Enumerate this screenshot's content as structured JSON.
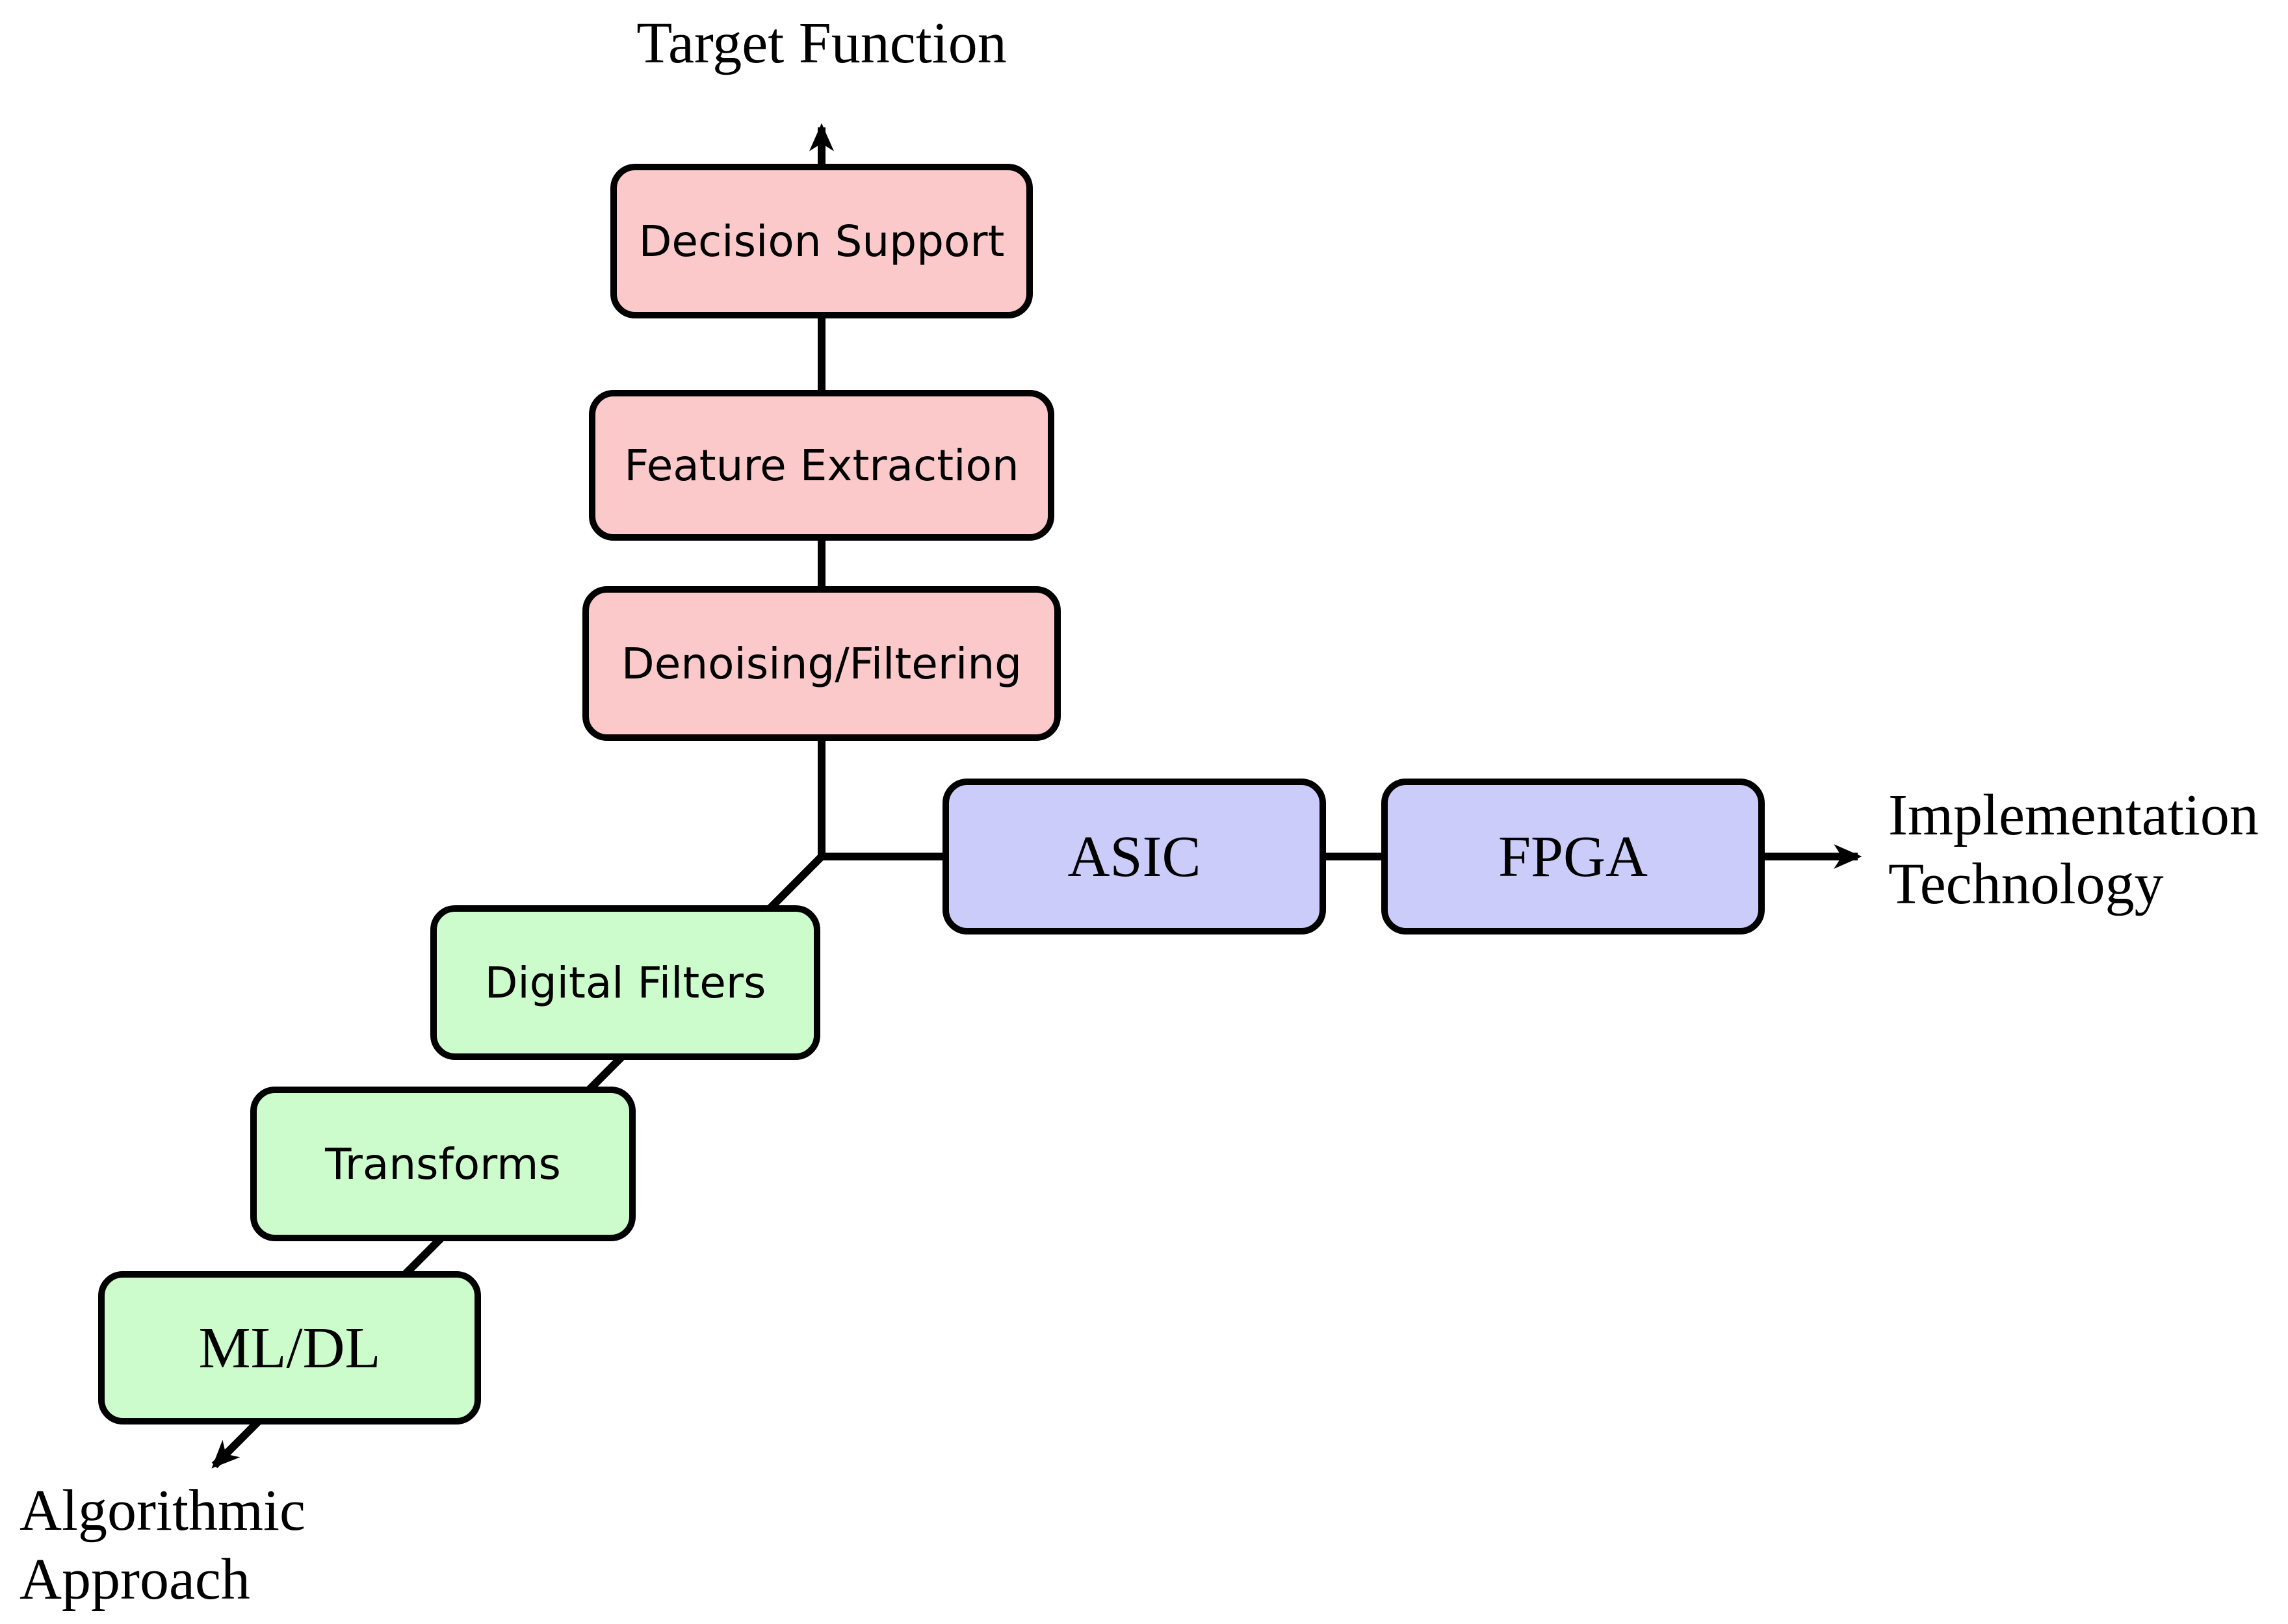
{
  "axes": {
    "target": {
      "label": "Target Function"
    },
    "implementation": {
      "line1": "Implementation",
      "line2": "Technology"
    },
    "algorithmic": {
      "line1": "Algorithmic",
      "line2": "Approach"
    }
  },
  "boxes": [
    {
      "id": "decision-support",
      "label": "Decision Support",
      "axis": "target"
    },
    {
      "id": "feature-extraction",
      "label": "Feature Extraction",
      "axis": "target"
    },
    {
      "id": "denoising-filtering",
      "label": "Denoising/Filtering",
      "axis": "target"
    },
    {
      "id": "asic",
      "label": "ASIC",
      "axis": "implementation"
    },
    {
      "id": "fpga",
      "label": "FPGA",
      "axis": "implementation"
    },
    {
      "id": "digital-filters",
      "label": "Digital Filters",
      "axis": "algorithmic"
    },
    {
      "id": "transforms",
      "label": "Transforms",
      "axis": "algorithmic"
    },
    {
      "id": "ml-dl",
      "label": "ML/DL",
      "axis": "algorithmic"
    }
  ],
  "colors": {
    "target_box_fill": "#fbc9c9",
    "implementation_box_fill": "#ccccfa",
    "algorithmic_box_fill": "#ccfccc",
    "stroke": "#000000",
    "background": "#ffffff"
  }
}
